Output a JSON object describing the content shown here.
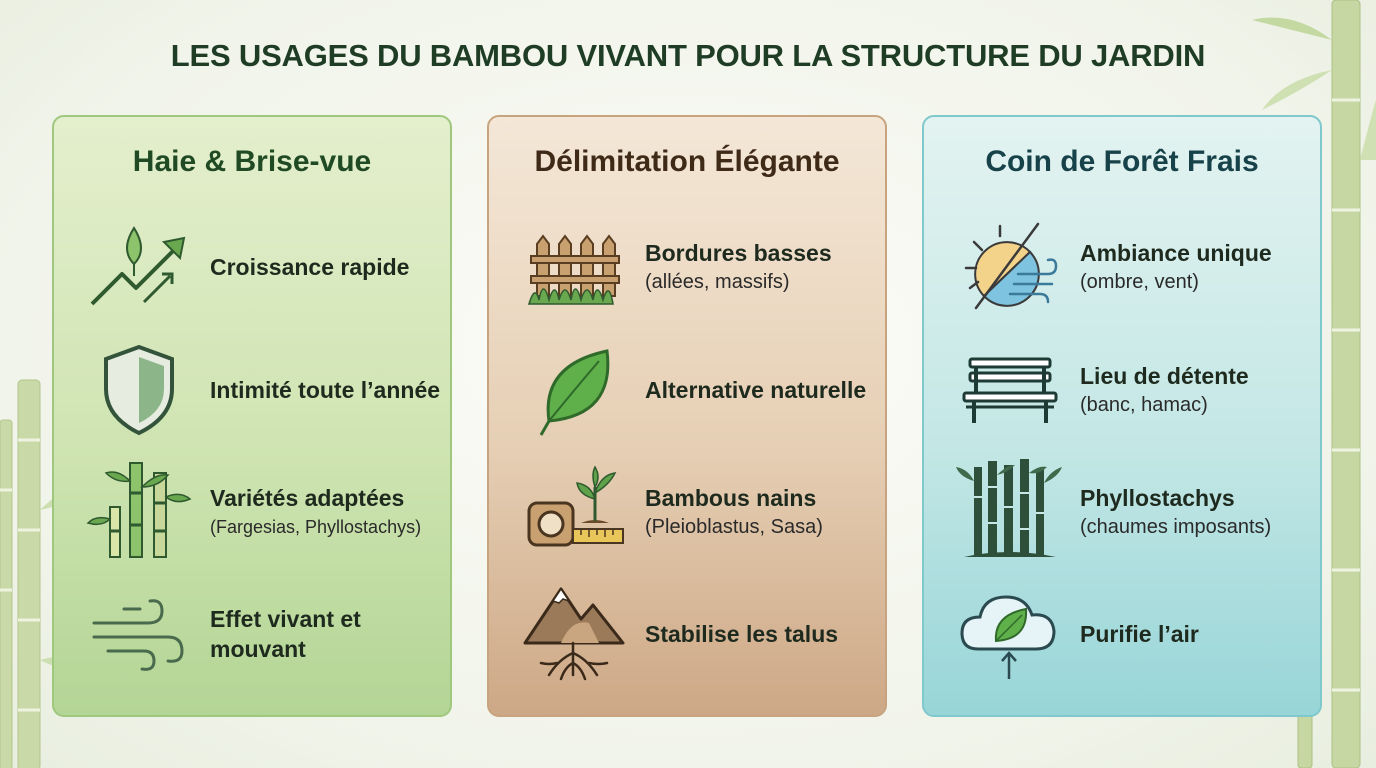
{
  "title": "LES USAGES DU BAMBOU VIVANT POUR LA STRUCTURE DU JARDIN",
  "columns": [
    {
      "title": "Haie & Brise-vue",
      "items": [
        {
          "main": "Croissance rapide",
          "sub": "",
          "icon": "growth-arrow-leaf-icon"
        },
        {
          "main": "Intimité toute l’année",
          "sub": "",
          "icon": "shield-icon"
        },
        {
          "main": "Variétés adaptées",
          "sub": "(Fargesias, Phyllostachys)",
          "icon": "bamboo-stems-icon"
        },
        {
          "main": "Effet vivant et mouvant",
          "sub": "",
          "icon": "wind-icon"
        }
      ]
    },
    {
      "title": "Délimitation Élégante",
      "items": [
        {
          "main": "Bordures basses",
          "sub": "(allées, massifs)",
          "icon": "fence-grass-icon"
        },
        {
          "main": "Alternative naturelle",
          "sub": "",
          "icon": "leaf-icon"
        },
        {
          "main": "Bambous nains",
          "sub": "(Pleioblastus, Sasa)",
          "icon": "tape-measure-sprout-icon"
        },
        {
          "main": "Stabilise les talus",
          "sub": "",
          "icon": "mountain-roots-icon"
        }
      ]
    },
    {
      "title": "Coin de Forêt Frais",
      "items": [
        {
          "main": "Ambiance unique",
          "sub": "(ombre, vent)",
          "icon": "sun-wind-icon"
        },
        {
          "main": "Lieu de détente",
          "sub": "(banc, hamac)",
          "icon": "bench-icon"
        },
        {
          "main": "Phyllostachys",
          "sub": "(chaumes imposants)",
          "icon": "bamboo-forest-icon"
        },
        {
          "main": "Purifie l’air",
          "sub": "",
          "icon": "cloud-leaf-icon"
        }
      ]
    }
  ],
  "colors": {
    "accent_green": "#1f3d25",
    "bamboo": "#a9c47f"
  }
}
